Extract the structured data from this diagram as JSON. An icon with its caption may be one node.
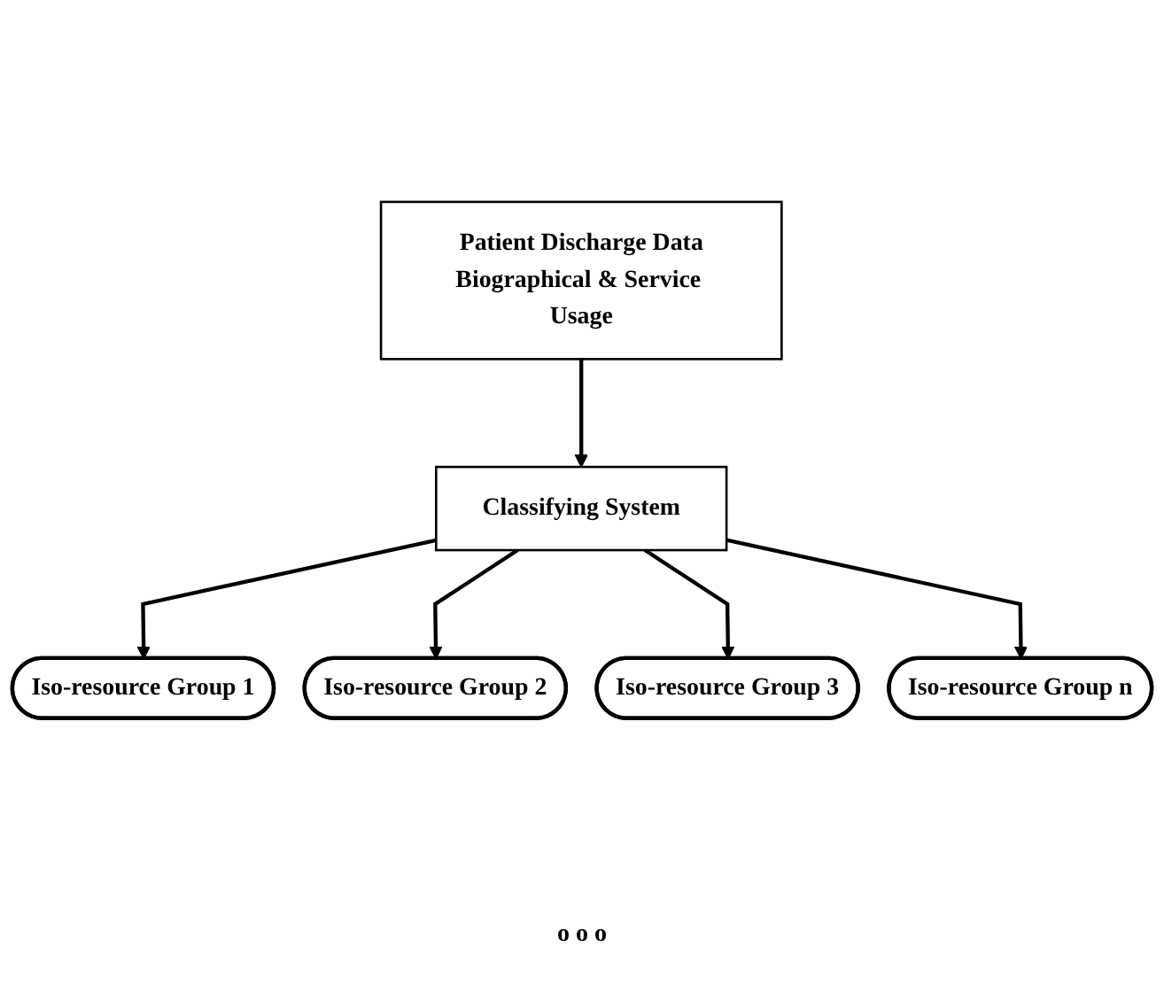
{
  "diagram": {
    "nodes": [
      {
        "text": [
          "Patient Discharge Data",
          "Biographical & Service Usage"
        ]
      },
      {
        "text": [
          "Classifying System"
        ]
      },
      {
        "text": [
          "Iso-resource Group 1"
        ]
      },
      {
        "text": [
          "Iso-resource Group 2"
        ]
      },
      {
        "text": [
          "Iso-resource Group 3"
        ]
      },
      {
        "text": [
          "Iso-resource Group n"
        ]
      }
    ],
    "edges": [
      {
        "from": 0,
        "to": 1,
        "arrow": "to"
      },
      {
        "from": 1,
        "to": 2,
        "arrow": "to"
      },
      {
        "from": 1,
        "to": 3,
        "arrow": "to"
      },
      {
        "from": 1,
        "to": 4,
        "arrow": "to"
      },
      {
        "from": 1,
        "to": 5,
        "arrow": "to"
      }
    ],
    "labels": [
      "o o o"
    ]
  }
}
